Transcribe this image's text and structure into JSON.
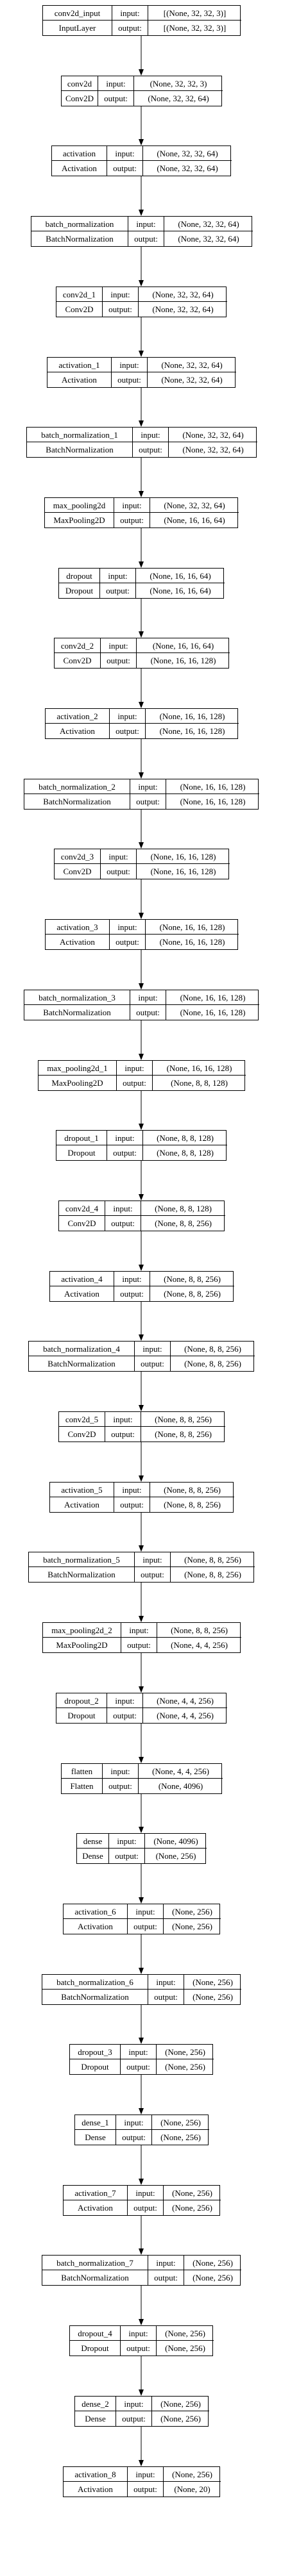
{
  "labels": {
    "input": "input:",
    "output": "output:"
  },
  "layers": [
    {
      "name": "conv2d_input",
      "type": "InputLayer",
      "input": "[(None, 32, 32, 3)]",
      "output": "[(None, 32, 32, 3)]"
    },
    {
      "name": "conv2d",
      "type": "Conv2D",
      "input": "(None, 32, 32, 3)",
      "output": "(None, 32, 32, 64)"
    },
    {
      "name": "activation",
      "type": "Activation",
      "input": "(None, 32, 32, 64)",
      "output": "(None, 32, 32, 64)"
    },
    {
      "name": "batch_normalization",
      "type": "BatchNormalization",
      "input": "(None, 32, 32, 64)",
      "output": "(None, 32, 32, 64)"
    },
    {
      "name": "conv2d_1",
      "type": "Conv2D",
      "input": "(None, 32, 32, 64)",
      "output": "(None, 32, 32, 64)"
    },
    {
      "name": "activation_1",
      "type": "Activation",
      "input": "(None, 32, 32, 64)",
      "output": "(None, 32, 32, 64)"
    },
    {
      "name": "batch_normalization_1",
      "type": "BatchNormalization",
      "input": "(None, 32, 32, 64)",
      "output": "(None, 32, 32, 64)"
    },
    {
      "name": "max_pooling2d",
      "type": "MaxPooling2D",
      "input": "(None, 32, 32, 64)",
      "output": "(None, 16, 16, 64)"
    },
    {
      "name": "dropout",
      "type": "Dropout",
      "input": "(None, 16, 16, 64)",
      "output": "(None, 16, 16, 64)"
    },
    {
      "name": "conv2d_2",
      "type": "Conv2D",
      "input": "(None, 16, 16, 64)",
      "output": "(None, 16, 16, 128)"
    },
    {
      "name": "activation_2",
      "type": "Activation",
      "input": "(None, 16, 16, 128)",
      "output": "(None, 16, 16, 128)"
    },
    {
      "name": "batch_normalization_2",
      "type": "BatchNormalization",
      "input": "(None, 16, 16, 128)",
      "output": "(None, 16, 16, 128)"
    },
    {
      "name": "conv2d_3",
      "type": "Conv2D",
      "input": "(None, 16, 16, 128)",
      "output": "(None, 16, 16, 128)"
    },
    {
      "name": "activation_3",
      "type": "Activation",
      "input": "(None, 16, 16, 128)",
      "output": "(None, 16, 16, 128)"
    },
    {
      "name": "batch_normalization_3",
      "type": "BatchNormalization",
      "input": "(None, 16, 16, 128)",
      "output": "(None, 16, 16, 128)"
    },
    {
      "name": "max_pooling2d_1",
      "type": "MaxPooling2D",
      "input": "(None, 16, 16, 128)",
      "output": "(None, 8, 8, 128)"
    },
    {
      "name": "dropout_1",
      "type": "Dropout",
      "input": "(None, 8, 8, 128)",
      "output": "(None, 8, 8, 128)"
    },
    {
      "name": "conv2d_4",
      "type": "Conv2D",
      "input": "(None, 8, 8, 128)",
      "output": "(None, 8, 8, 256)"
    },
    {
      "name": "activation_4",
      "type": "Activation",
      "input": "(None, 8, 8, 256)",
      "output": "(None, 8, 8, 256)"
    },
    {
      "name": "batch_normalization_4",
      "type": "BatchNormalization",
      "input": "(None, 8, 8, 256)",
      "output": "(None, 8, 8, 256)"
    },
    {
      "name": "conv2d_5",
      "type": "Conv2D",
      "input": "(None, 8, 8, 256)",
      "output": "(None, 8, 8, 256)"
    },
    {
      "name": "activation_5",
      "type": "Activation",
      "input": "(None, 8, 8, 256)",
      "output": "(None, 8, 8, 256)"
    },
    {
      "name": "batch_normalization_5",
      "type": "BatchNormalization",
      "input": "(None, 8, 8, 256)",
      "output": "(None, 8, 8, 256)"
    },
    {
      "name": "max_pooling2d_2",
      "type": "MaxPooling2D",
      "input": "(None, 8, 8, 256)",
      "output": "(None, 4, 4, 256)"
    },
    {
      "name": "dropout_2",
      "type": "Dropout",
      "input": "(None, 4, 4, 256)",
      "output": "(None, 4, 4, 256)"
    },
    {
      "name": "flatten",
      "type": "Flatten",
      "input": "(None, 4, 4, 256)",
      "output": "(None, 4096)"
    },
    {
      "name": "dense",
      "type": "Dense",
      "input": "(None, 4096)",
      "output": "(None, 256)"
    },
    {
      "name": "activation_6",
      "type": "Activation",
      "input": "(None, 256)",
      "output": "(None, 256)"
    },
    {
      "name": "batch_normalization_6",
      "type": "BatchNormalization",
      "input": "(None, 256)",
      "output": "(None, 256)"
    },
    {
      "name": "dropout_3",
      "type": "Dropout",
      "input": "(None, 256)",
      "output": "(None, 256)"
    },
    {
      "name": "dense_1",
      "type": "Dense",
      "input": "(None, 256)",
      "output": "(None, 256)"
    },
    {
      "name": "activation_7",
      "type": "Activation",
      "input": "(None, 256)",
      "output": "(None, 256)"
    },
    {
      "name": "batch_normalization_7",
      "type": "BatchNormalization",
      "input": "(None, 256)",
      "output": "(None, 256)"
    },
    {
      "name": "dropout_4",
      "type": "Dropout",
      "input": "(None, 256)",
      "output": "(None, 256)"
    },
    {
      "name": "dense_2",
      "type": "Dense",
      "input": "(None, 256)",
      "output": "(None, 256)"
    },
    {
      "name": "activation_8",
      "type": "Activation",
      "input": "(None, 256)",
      "output": "(None, 20)"
    }
  ]
}
